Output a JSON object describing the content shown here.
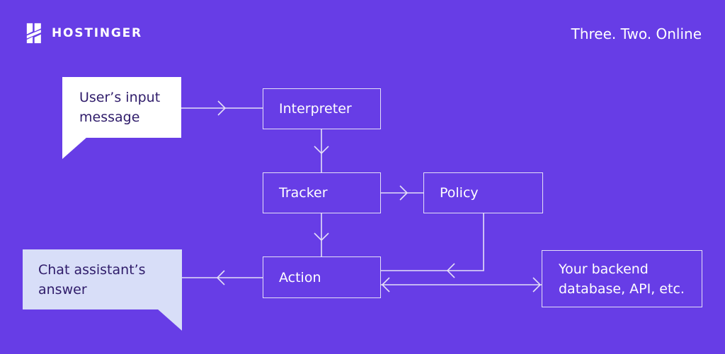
{
  "header": {
    "brand": "HOSTINGER",
    "tagline": "Three. Two. Online"
  },
  "diagram": {
    "title_hint": "chatbot message processing flow",
    "nodes": {
      "user_input": {
        "type": "speech-bubble",
        "label": "User’s input message"
      },
      "interpreter": {
        "type": "box",
        "label": "Interpreter"
      },
      "tracker": {
        "type": "box",
        "label": "Tracker"
      },
      "policy": {
        "type": "box",
        "label": "Policy"
      },
      "action": {
        "type": "box",
        "label": "Action"
      },
      "backend": {
        "type": "box",
        "label": "Your backend database, API, etc."
      },
      "assistant_answer": {
        "type": "speech-bubble",
        "label": "Chat assistant’s answer"
      }
    },
    "connectors": [
      {
        "from": "user_input",
        "to": "interpreter",
        "arrow": "right"
      },
      {
        "from": "interpreter",
        "to": "tracker",
        "arrow": "down"
      },
      {
        "from": "tracker",
        "to": "policy",
        "arrow": "right"
      },
      {
        "from": "tracker",
        "to": "action",
        "arrow": "down"
      },
      {
        "from": "policy",
        "to": "action",
        "arrow": "left"
      },
      {
        "from": "action",
        "to": "backend",
        "arrow": "both"
      },
      {
        "from": "action",
        "to": "assistant_answer",
        "arrow": "left"
      }
    ],
    "colors": {
      "background": "#673DE6",
      "line": "#E4DFF7",
      "box_text": "#FFFFFF",
      "dark_text": "#2F1C6A",
      "user_bubble_bg": "#FFFFFF",
      "assistant_bubble_bg": "#D8DEF8"
    }
  }
}
